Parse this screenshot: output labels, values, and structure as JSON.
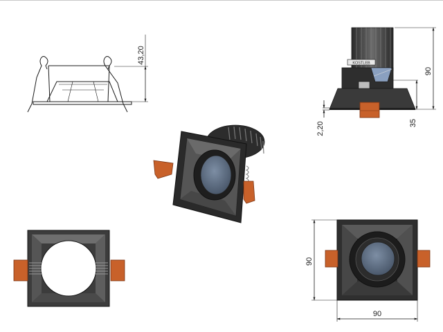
{
  "drawing": {
    "colors": {
      "line": "#1a1a1a",
      "body_dark": "#3c3c3c",
      "body_mid": "#6e6e6e",
      "lens": "#5b6b80",
      "clip_orange": "#c8612a",
      "clip_dark": "#7a3413"
    },
    "dimensions": {
      "front_height": "43,20",
      "side_total_height": "90",
      "side_flange_thickness": "2,20",
      "side_lower_height": "35",
      "top_width": "90",
      "top_depth": "90"
    },
    "side_label": "KOSTLEB",
    "views": [
      "front-elevation",
      "side-elevation",
      "isometric",
      "bottom-view",
      "top-view"
    ]
  }
}
